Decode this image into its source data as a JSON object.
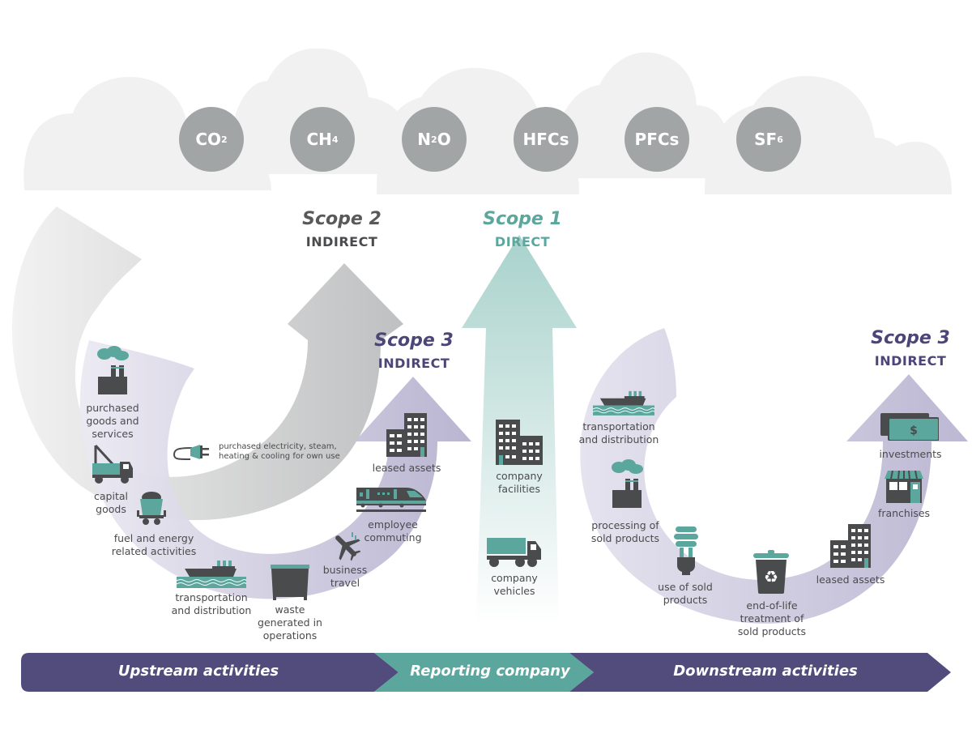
{
  "gases": [
    {
      "base": "CO",
      "sub": "2"
    },
    {
      "base": "CH",
      "sub": "4"
    },
    {
      "base": "N",
      "sub": "2",
      "tail": "O"
    },
    {
      "base": "HFCs",
      "sub": ""
    },
    {
      "base": "PFCs",
      "sub": ""
    },
    {
      "base": "SF",
      "sub": "6"
    }
  ],
  "scopes": {
    "scope2": {
      "title": "Scope 2",
      "subtitle": "INDIRECT"
    },
    "scope1": {
      "title": "Scope 1",
      "subtitle": "DIRECT"
    },
    "scope3_upstream": {
      "title": "Scope 3",
      "subtitle": "INDIRECT"
    },
    "scope3_downstream": {
      "title": "Scope 3",
      "subtitle": "INDIRECT"
    }
  },
  "scope2_items": [
    {
      "icon": "plug-icon",
      "label": "purchased electricity, steam, heating & cooling for own use"
    }
  ],
  "upstream_items": [
    {
      "icon": "factory-icon",
      "label": "purchased goods and services"
    },
    {
      "icon": "crane-truck-icon",
      "label": "capital goods"
    },
    {
      "icon": "coal-cart-icon",
      "label": "fuel and energy related activities"
    },
    {
      "icon": "ship-icon",
      "label": "transportation and distribution"
    },
    {
      "icon": "dumpster-icon",
      "label": "waste generated in operations"
    },
    {
      "icon": "airplane-icon",
      "label": "business travel"
    },
    {
      "icon": "train-icon",
      "label": "employee commuting"
    },
    {
      "icon": "building-icon",
      "label": "leased assets"
    }
  ],
  "direct_items": [
    {
      "icon": "building-icon",
      "label": "company facilities"
    },
    {
      "icon": "truck-icon",
      "label": "company vehicles"
    }
  ],
  "downstream_items": [
    {
      "icon": "ship-icon",
      "label": "transportation and distribution"
    },
    {
      "icon": "factory-icon",
      "label": "processing of sold products"
    },
    {
      "icon": "lightbulb-icon",
      "label": "use of sold products"
    },
    {
      "icon": "recycle-bin-icon",
      "label": "end-of-life treatment of sold products"
    },
    {
      "icon": "building-icon",
      "label": "leased assets"
    },
    {
      "icon": "storefront-icon",
      "label": "franchises"
    },
    {
      "icon": "money-icon",
      "label": "investments",
      "symbol": "$"
    }
  ],
  "bottom_bar": {
    "upstream": "Upstream activities",
    "reporting": "Reporting company",
    "downstream": "Downstream activities"
  },
  "colors": {
    "purple": "#524c7d",
    "teal": "#5ba79d",
    "dark_icon": "#4a4b4d",
    "gas_circle": "#a2a5a6",
    "scope1_text": "#5ba79d",
    "scope3_text": "#4b4578",
    "scope2_text": "#58595b"
  }
}
